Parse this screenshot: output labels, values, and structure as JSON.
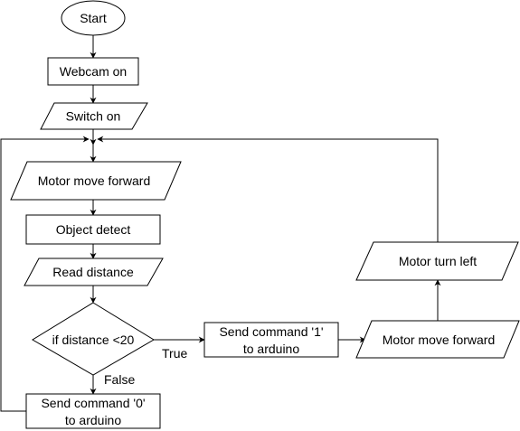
{
  "nodes": {
    "start": "Start",
    "webcam_on": "Webcam on",
    "switch_on": "Switch on",
    "motor_move_forward_1": "Motor move forward",
    "object_detect": "Object detect",
    "read_distance": "Read distance",
    "decision": "if distance <20",
    "send_command_1": [
      "Send command '1'",
      "to arduino"
    ],
    "motor_move_forward_2": "Motor move forward",
    "motor_turn_left": "Motor turn left",
    "send_command_0": [
      "Send command '0'",
      "to arduino"
    ]
  },
  "edge_labels": {
    "true": "True",
    "false": "False"
  }
}
